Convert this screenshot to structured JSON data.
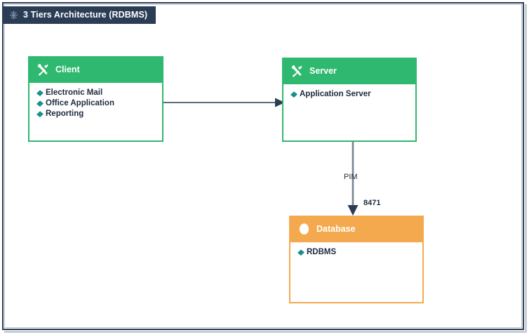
{
  "window": {
    "title": "3 Tiers Architecture (RDBMS)",
    "title_icon": "snowflake-icon",
    "frame_color": "#2b3d55",
    "title_bar_color": "#2b3d55",
    "title_text_color": "#ffffff",
    "background": "#ffffff"
  },
  "theme": {
    "green": "#2fb86f",
    "orange": "#f4a94e",
    "bullet_teal": "#1a8f8f",
    "text_dark": "#1d2a3d",
    "connector_gray": "#7a8494",
    "connector_navy": "#2b3d55"
  },
  "diagram": {
    "type": "architecture-block-diagram",
    "nodes": [
      {
        "id": "client",
        "title": "Client",
        "icon": "tools-icon",
        "accent": "#2fb86f",
        "items": [
          {
            "label": "Electronic Mail",
            "bullet": "diamond-icon"
          },
          {
            "label": "Office Application",
            "bullet": "diamond-icon"
          },
          {
            "label": "Reporting",
            "bullet": "diamond-icon"
          }
        ]
      },
      {
        "id": "server",
        "title": "Server",
        "icon": "tools-icon",
        "accent": "#2fb86f",
        "items": [
          {
            "label": "Application Server",
            "bullet": "diamond-icon"
          }
        ]
      },
      {
        "id": "database",
        "title": "Database",
        "icon": "database-cylinder-icon",
        "accent": "#f4a94e",
        "items": [
          {
            "label": "RDBMS",
            "bullet": "diamond-icon"
          }
        ]
      }
    ],
    "edges": [
      {
        "id": "client-to-server",
        "from": "client",
        "to": "server",
        "orientation": "horizontal",
        "arrowhead": "target",
        "color": "#2b3d55",
        "labels": []
      },
      {
        "id": "server-to-database",
        "from": "server",
        "to": "database",
        "orientation": "vertical",
        "arrowhead": "target",
        "color": "#7a8494",
        "labels": [
          {
            "text": "PIM",
            "style": "plain"
          },
          {
            "text": "8471",
            "style": "bold"
          }
        ]
      }
    ]
  }
}
